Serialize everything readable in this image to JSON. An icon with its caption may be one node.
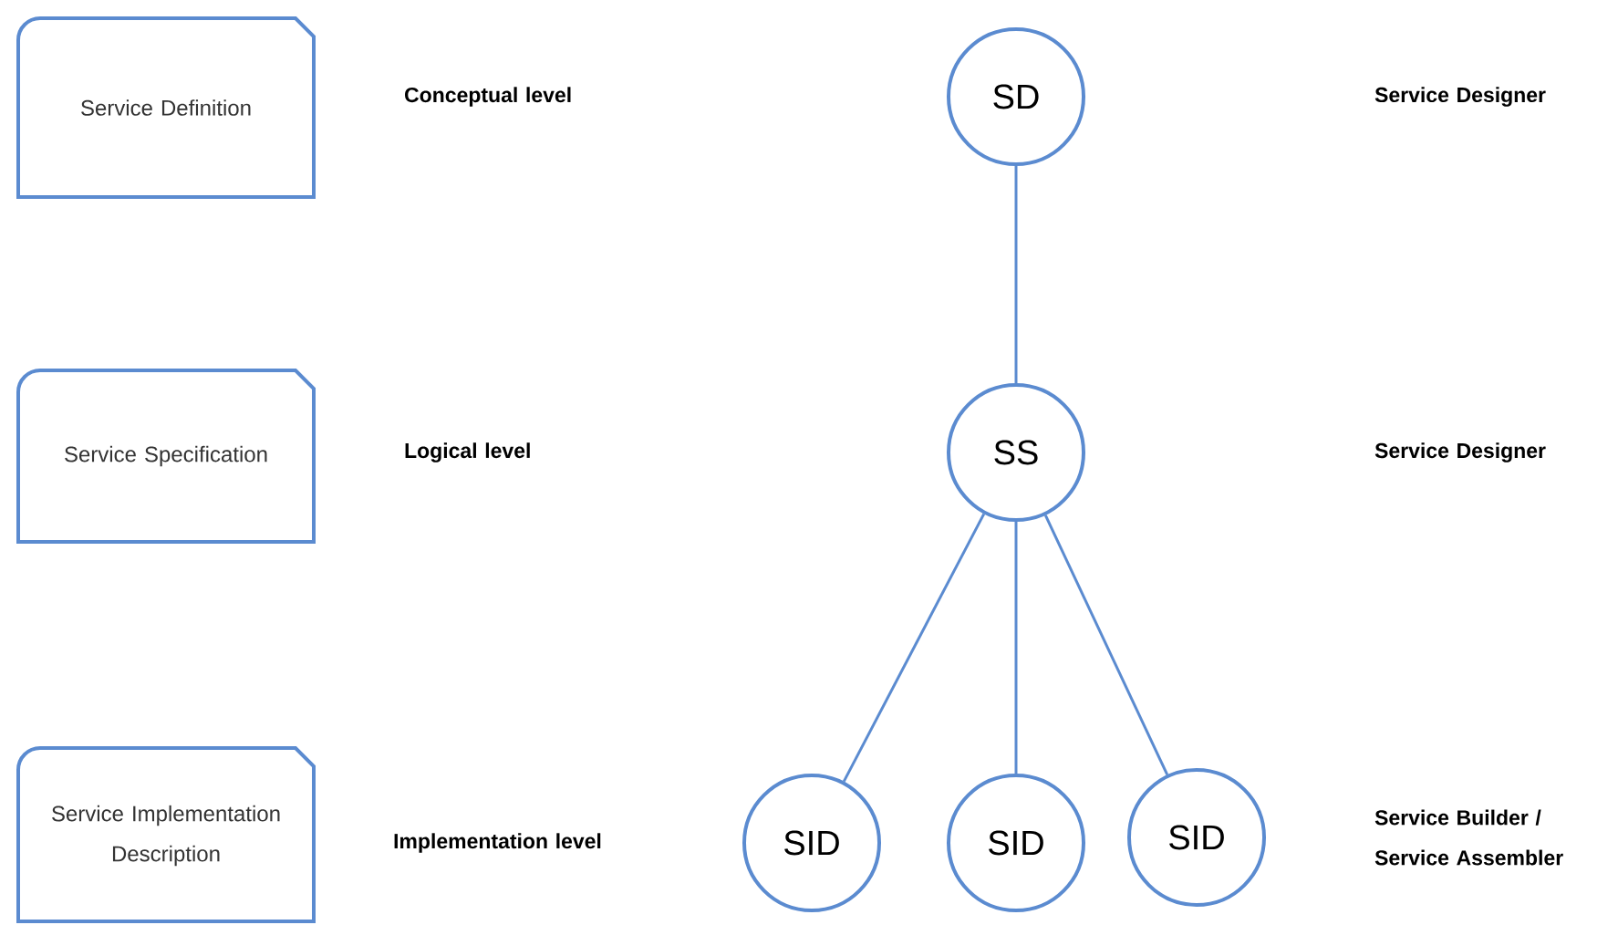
{
  "diagram": {
    "nodes": [
      {
        "text": [
          "Service Definition"
        ]
      },
      {
        "text": [
          "Service Specification"
        ]
      },
      {
        "text": [
          "Service Implementation Description"
        ]
      },
      {
        "text": [
          "SD"
        ]
      },
      {
        "text": [
          "SS"
        ]
      },
      {
        "text": [
          "SID"
        ]
      },
      {
        "text": [
          "SID"
        ]
      },
      {
        "text": [
          "SID"
        ]
      }
    ],
    "edges": [
      {
        "from": 3,
        "to": 4,
        "arrow": "none"
      },
      {
        "from": 4,
        "to": 5,
        "arrow": "none"
      },
      {
        "from": 4,
        "to": 6,
        "arrow": "none"
      },
      {
        "from": 4,
        "to": 7,
        "arrow": "none"
      }
    ],
    "labels": [
      "Conceptual level",
      "Service Designer",
      "Logical level",
      "Service Designer",
      "Implementation level",
      "Service Builder / Service Assembler"
    ]
  }
}
